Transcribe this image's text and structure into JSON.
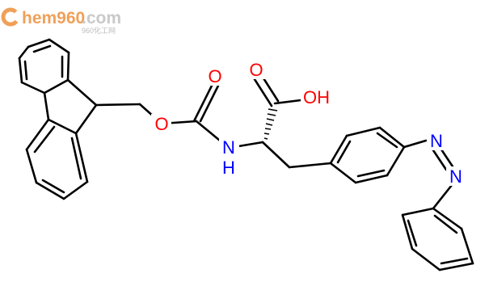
{
  "watermark": {
    "brand_text": "hem960",
    "suffix_text": ".com",
    "sub_text": "960化工网",
    "logo_color": "#f0a058",
    "suffix_color": "#c9c9c9",
    "sub_color": "#bdbdbd"
  },
  "molecule": {
    "atom_color_O": "#ff0000",
    "atom_color_N": "#0000ff",
    "bond_color": "#000000",
    "labels": {
      "O_carbamate_double": "O",
      "O_carbamate_ether": "O",
      "N_amide": "N",
      "H_amide": "H",
      "O_acid_double": "O",
      "OH_acid": "OH",
      "N_azo_1": "N",
      "N_azo_2": "N"
    }
  }
}
